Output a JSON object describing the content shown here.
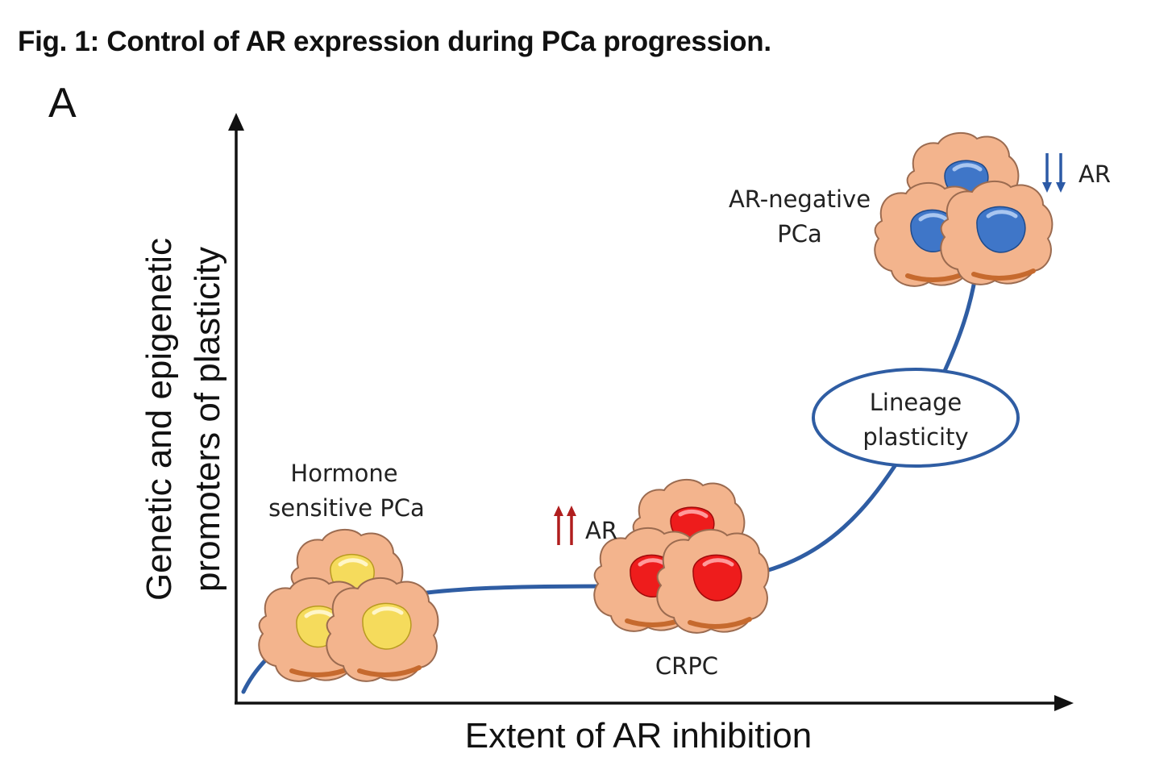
{
  "figure": {
    "title": "Fig. 1: Control of AR expression during PCa progression.",
    "panel": "A"
  },
  "axes": {
    "x_label": "Extent of AR inhibition",
    "y_label_line1": "Genetic and epigenetic",
    "y_label_line2": "promoters of plasticity"
  },
  "stages": {
    "hormone_sensitive": {
      "line1": "Hormone",
      "line2": "sensitive PCa"
    },
    "crpc": {
      "label": "CRPC",
      "ar_label": "AR"
    },
    "lineage": {
      "line1": "Lineage",
      "line2": "plasticity"
    },
    "ar_negative": {
      "line1": "AR-negative",
      "line2": "PCa",
      "ar_label": "AR"
    }
  },
  "colors": {
    "curve": "#2f5da3",
    "cell_body": "#f3b48d",
    "cell_outline": "#9b6b50",
    "nucleus_hormone": "#f5db5c",
    "nucleus_crpc": "#ee1c1c",
    "nucleus_negative": "#3f76c8",
    "arrow_up": "#b01e1e",
    "arrow_down": "#2c5aa6"
  }
}
